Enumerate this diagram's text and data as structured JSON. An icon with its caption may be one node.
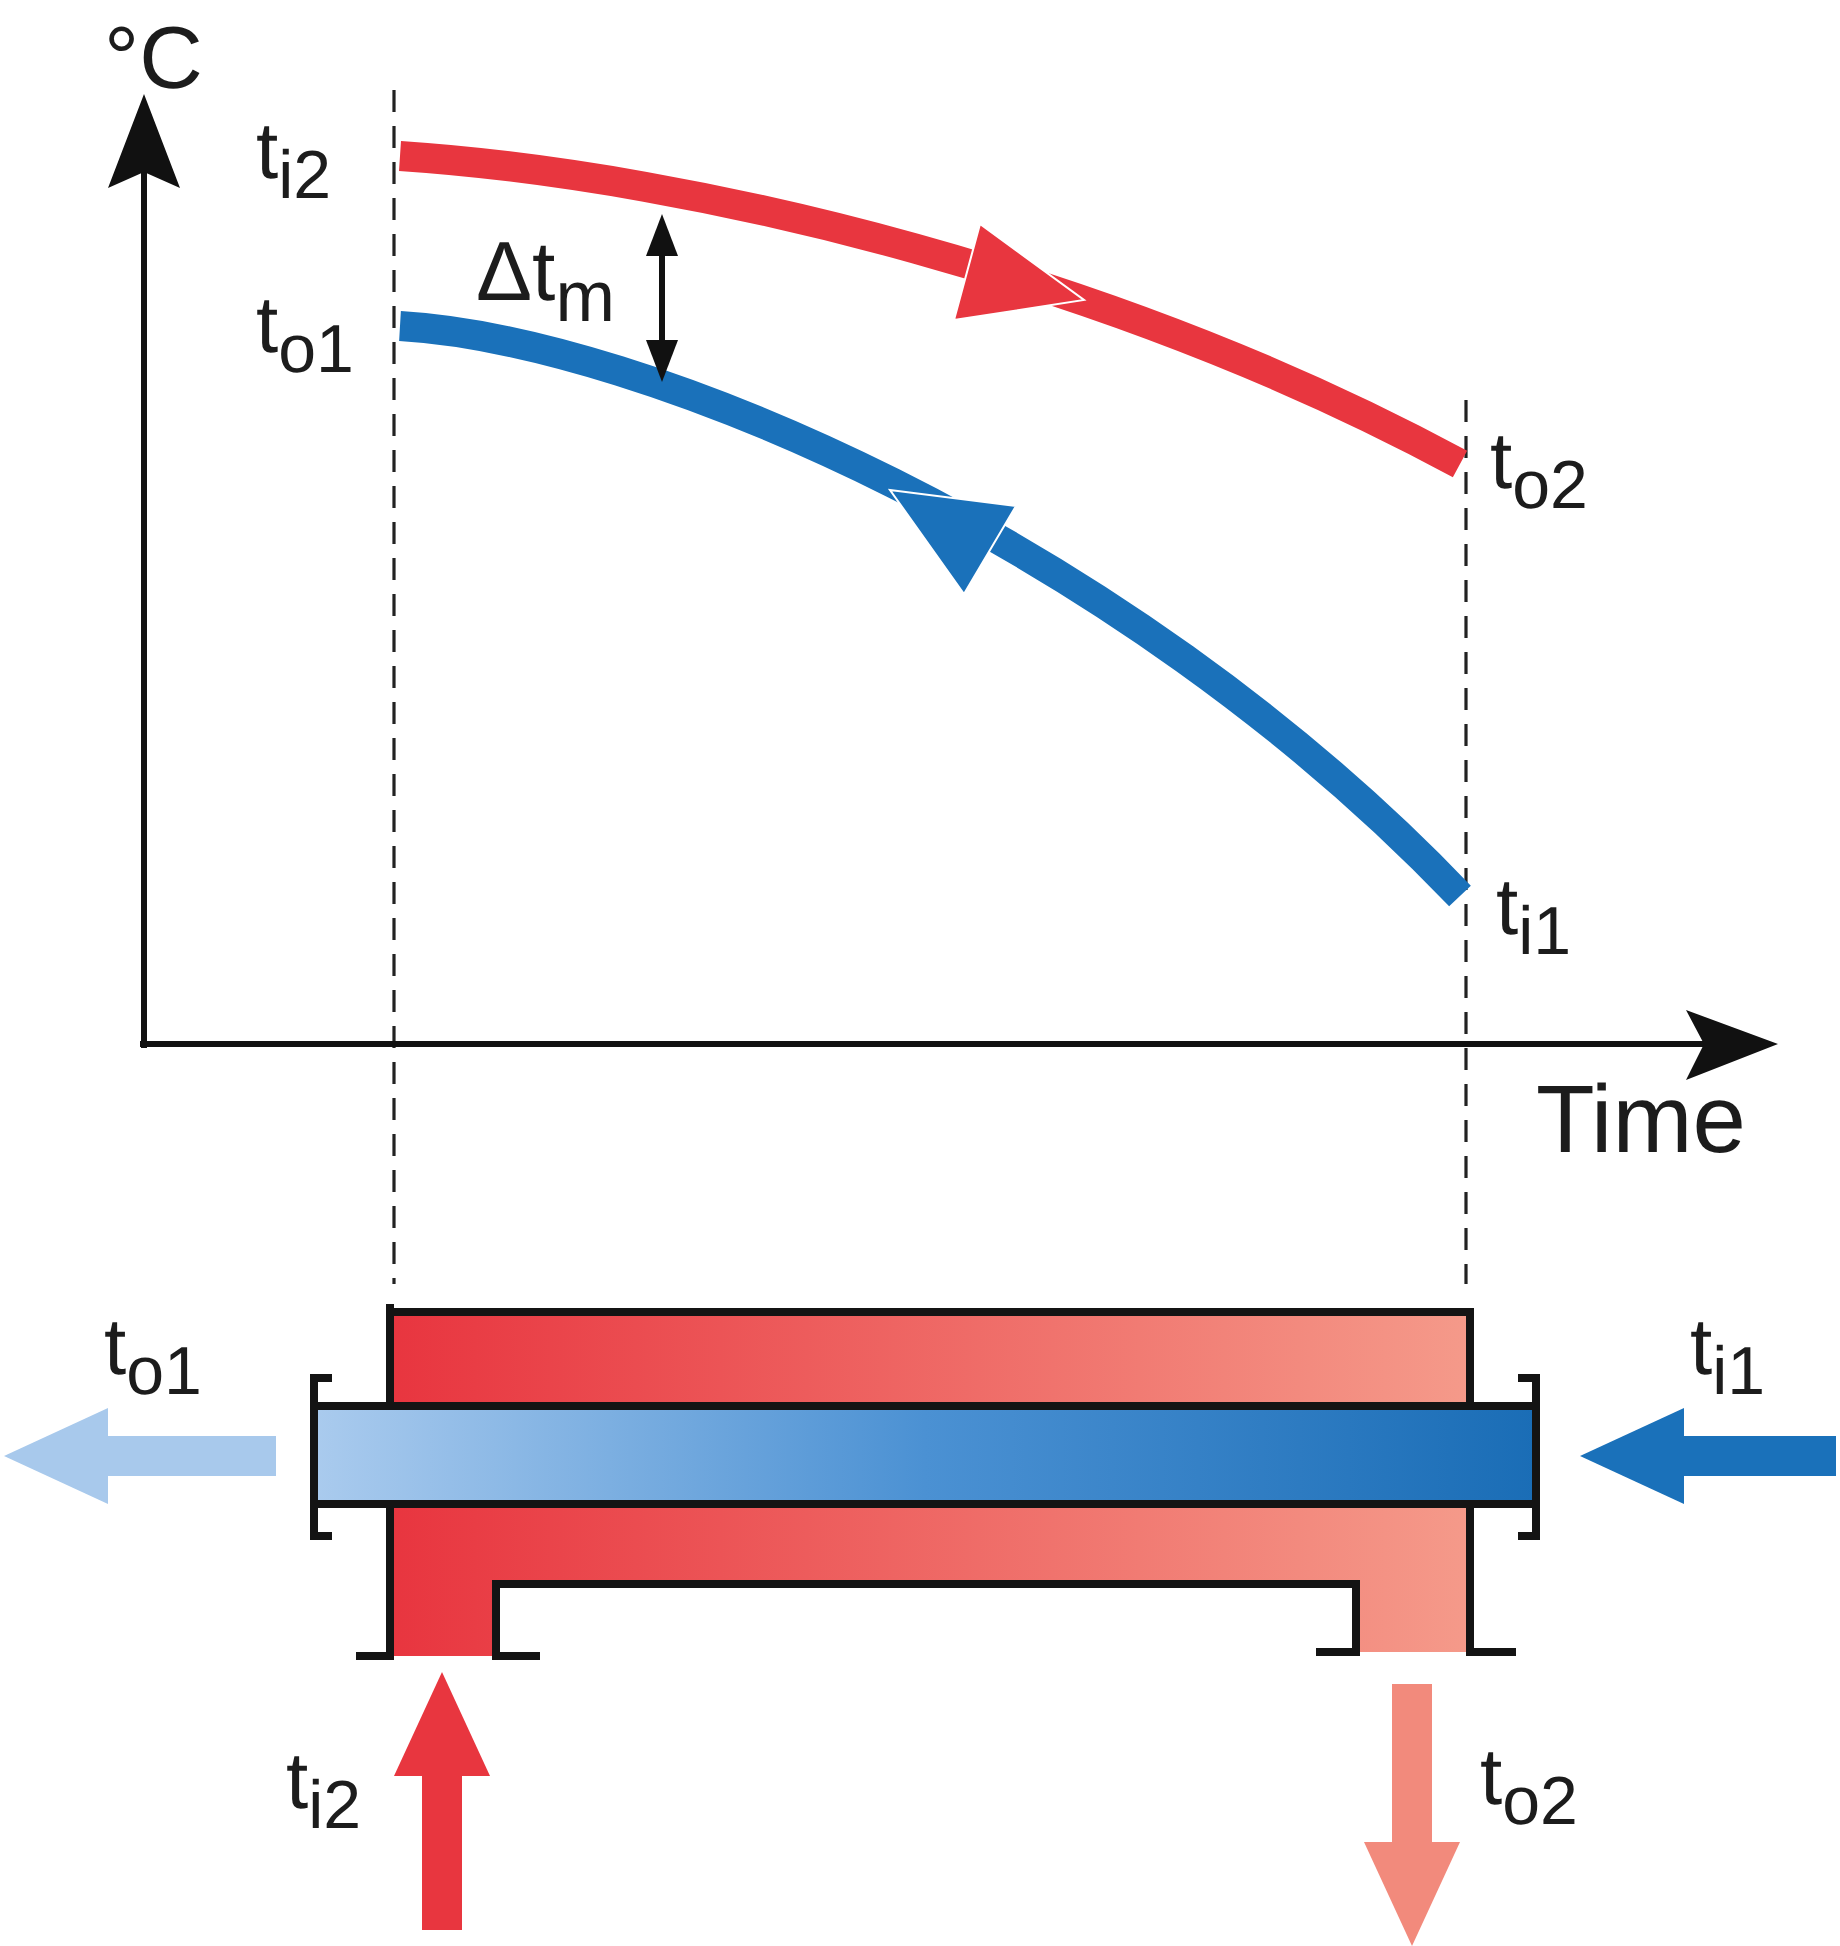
{
  "diagram": {
    "nodes": [
      {
        "text": [],
        "shape": "box"
      },
      {
        "text": [],
        "shape": "bar"
      }
    ],
    "edges": [
      {
        "from": 1,
        "to": null,
        "arrow": "to",
        "label": "t$_{o1}$",
        "color": "#a8c9ec"
      },
      {
        "from": null,
        "to": 1,
        "arrow": "to",
        "label": "t$_{i1}$",
        "color": "#1a71ba"
      },
      {
        "from": null,
        "to": 0,
        "arrow": "to",
        "label": "t$_{i2}$",
        "color": "#e8363f"
      },
      {
        "from": 0,
        "to": null,
        "arrow": "to",
        "label": "t$_{o2}$",
        "color": "#f28a7c"
      }
    ],
    "labels": [
      "°C",
      "t$_{i2}$",
      "Δt$_{m}$",
      "t$_{o1}$",
      "t$_{o2}$",
      "t$_{i1}$",
      "Time"
    ]
  }
}
